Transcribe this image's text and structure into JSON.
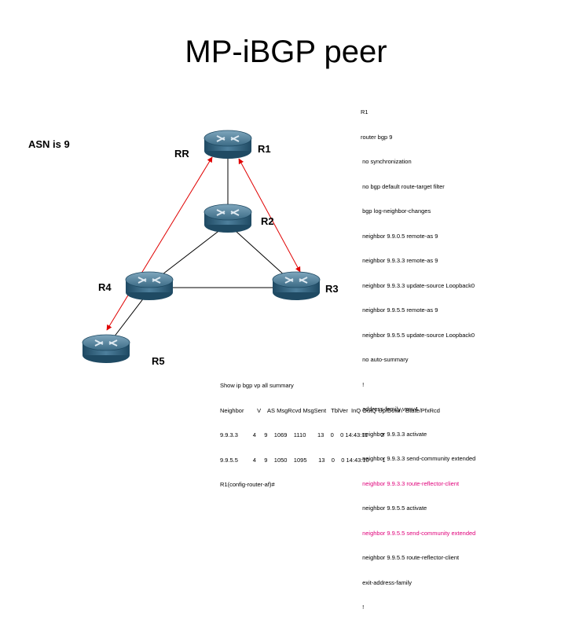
{
  "title": "MP-iBGP peer",
  "asn_label": "ASN is 9",
  "routers": {
    "rr": "RR",
    "r1": "R1",
    "r2": "R2",
    "r3": "R3",
    "r4": "R4",
    "r5": "R5"
  },
  "config_lines": [
    {
      "text": "R1",
      "highlight": false
    },
    {
      "text": "router bgp 9",
      "highlight": false
    },
    {
      "text": " no synchronization",
      "highlight": false
    },
    {
      "text": " no bgp default route-target filter",
      "highlight": false
    },
    {
      "text": " bgp log-neighbor-changes",
      "highlight": false
    },
    {
      "text": " neighbor 9.9.0.5 remote-as 9",
      "highlight": false
    },
    {
      "text": " neighbor 9.9.3.3 remote-as 9",
      "highlight": false
    },
    {
      "text": " neighbor 9.9.3.3 update-source Loopback0",
      "highlight": false
    },
    {
      "text": " neighbor 9.9.5.5 remote-as 9",
      "highlight": false
    },
    {
      "text": " neighbor 9.9.5.5 update-source Loopback0",
      "highlight": false
    },
    {
      "text": " no auto-summary",
      "highlight": false
    },
    {
      "text": " !",
      "highlight": false
    },
    {
      "text": " address-family vpnv4",
      "highlight": false
    },
    {
      "text": " neighbor 9.9.3.3 activate",
      "highlight": false
    },
    {
      "text": " neighbor 9.9.3.3 send-community extended",
      "highlight": false
    },
    {
      "text": " neighbor 9.9.3.3 route-reflector-client",
      "highlight": true
    },
    {
      "text": " neighbor 9.9.5.5 activate",
      "highlight": false
    },
    {
      "text": " neighbor 9.9.5.5 send-community extended",
      "highlight": true
    },
    {
      "text": " neighbor 9.9.5.5 route-reflector-client",
      "highlight": false
    },
    {
      "text": " exit-address-family",
      "highlight": false
    },
    {
      "text": " !",
      "highlight": false
    }
  ],
  "output_lines": [
    "Show ip bgp vp all summary",
    "Neighbor        V    AS MsgRcvd MsgSent   TblVer  InQ OutQ Up/Down  State/PfxRcd",
    "9.9.3.3         4     9    1069    1110       13    0    0 14:43:11        2",
    "9.9.5.5         4     9    1050    1095       13    0    0 14:43:10        1",
    "R1(config-router-af)#"
  ],
  "colors": {
    "link": "#000000",
    "peer_arrow": "#e00000",
    "highlight_text": "#e0007a",
    "router_body": "#2f5f7a"
  }
}
